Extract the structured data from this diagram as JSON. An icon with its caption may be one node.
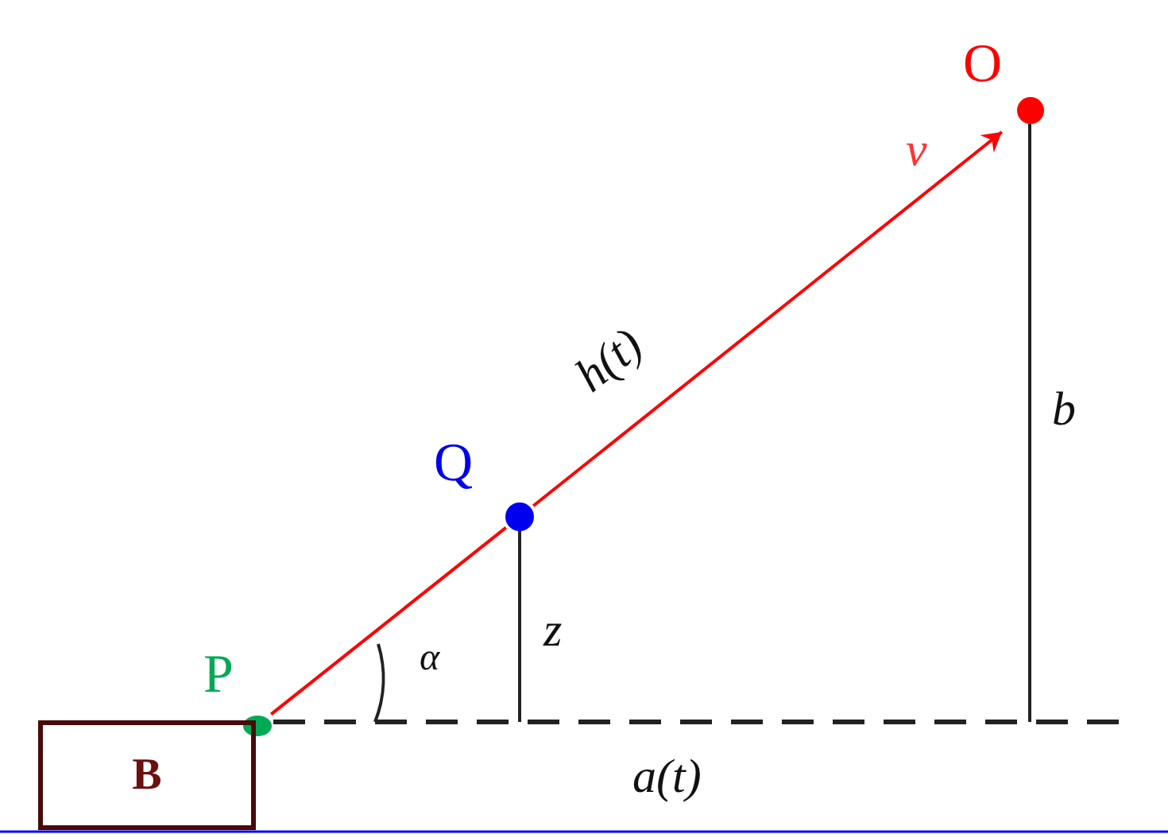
{
  "diagram": {
    "nodes": [
      {
        "text": [
          "O"
        ]
      },
      {
        "text": [
          "Q"
        ]
      },
      {
        "text": [
          "P"
        ]
      },
      {
        "text": [
          "B"
        ]
      }
    ],
    "edges": [
      {
        "from": 2,
        "to": 1,
        "arrow": "none",
        "color": "#ff0000"
      },
      {
        "from": 1,
        "to": 0,
        "arrow": "to",
        "label": "h(t)",
        "color": "#ff0000"
      }
    ],
    "labels": [
      "v",
      "b",
      "z",
      "α",
      "a(t)"
    ]
  }
}
